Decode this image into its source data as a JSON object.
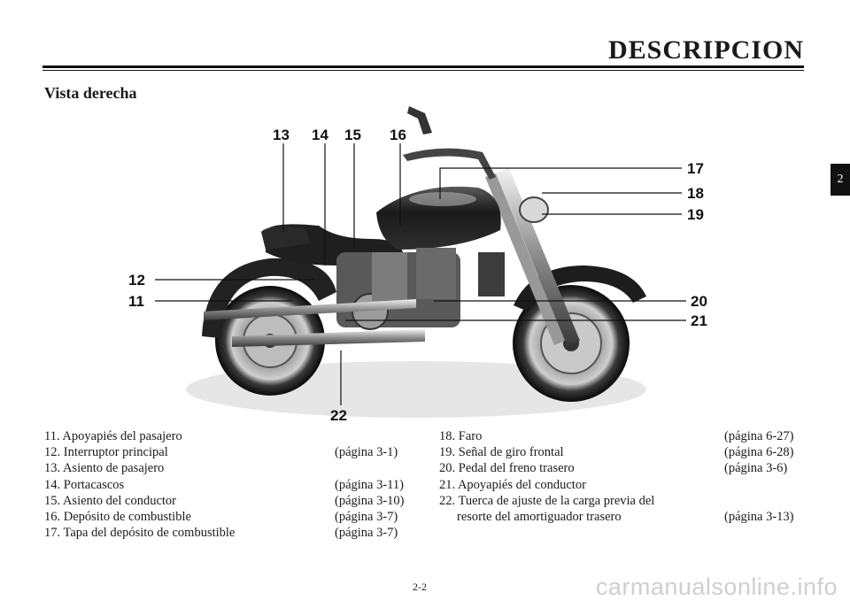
{
  "header": {
    "title": "DESCRIPCION"
  },
  "section": {
    "title": "Vista derecha"
  },
  "chapter_tab": {
    "number": "2"
  },
  "figure": {
    "callouts": {
      "c11": "11",
      "c12": "12",
      "c13": "13",
      "c14": "14",
      "c15": "15",
      "c16": "16",
      "c17": "17",
      "c18": "18",
      "c19": "19",
      "c20": "20",
      "c21": "21",
      "c22": "22"
    }
  },
  "legend_left": [
    {
      "text": "11. Apoyapiés del pasajero",
      "page": ""
    },
    {
      "text": "12. Interruptor principal",
      "page": "(página 3-1)"
    },
    {
      "text": "13. Asiento de pasajero",
      "page": ""
    },
    {
      "text": "14. Portacascos",
      "page": "(página 3-11)"
    },
    {
      "text": "15. Asiento del conductor",
      "page": "(página 3-10)"
    },
    {
      "text": "16. Depósito de combustible",
      "page": "(página 3-7)"
    },
    {
      "text": "17. Tapa del depósito de combustible",
      "page": "(página 3-7)"
    }
  ],
  "legend_right": [
    {
      "text": "18. Faro",
      "page": "(página 6-27)"
    },
    {
      "text": "19. Señal de giro frontal",
      "page": "(página 6-28)"
    },
    {
      "text": "20. Pedal del freno trasero",
      "page": "(página 3-6)"
    },
    {
      "text": "21. Apoyapiés del conductor",
      "page": ""
    },
    {
      "text": "22. Tuerca de ajuste de la carga previa del",
      "page": ""
    },
    {
      "text": "resorte del amortiguador trasero",
      "page": "(página 3-13)"
    }
  ],
  "footer": {
    "page_number": "2-2",
    "watermark": "carmanualsonline.info"
  }
}
